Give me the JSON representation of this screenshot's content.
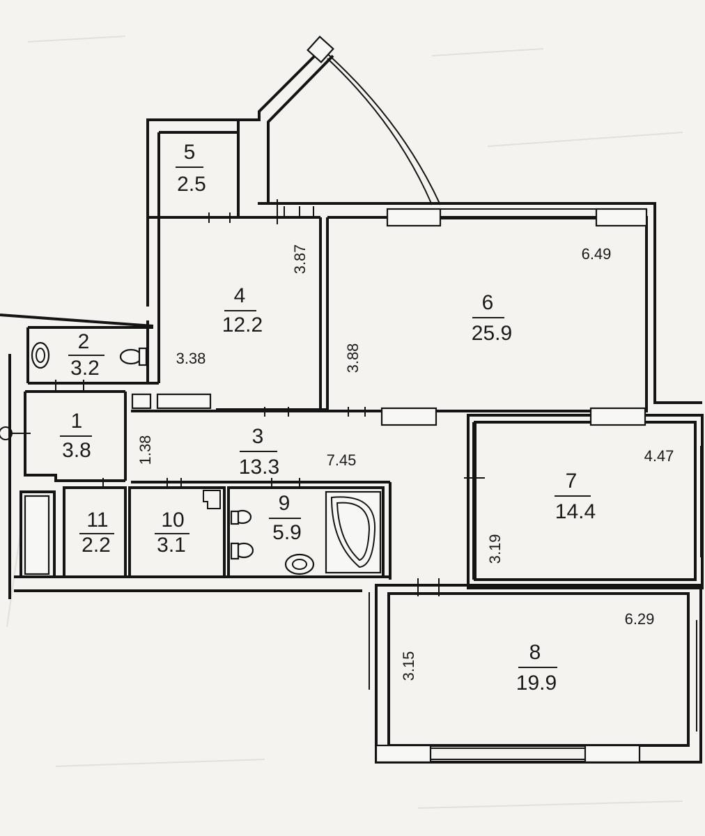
{
  "rooms": [
    {
      "id": "1",
      "area": "3.8"
    },
    {
      "id": "2",
      "area": "3.2"
    },
    {
      "id": "3",
      "area": "13.3"
    },
    {
      "id": "4",
      "area": "12.2"
    },
    {
      "id": "5",
      "area": "2.5"
    },
    {
      "id": "6",
      "area": "25.9"
    },
    {
      "id": "7",
      "area": "14.4"
    },
    {
      "id": "8",
      "area": "19.9"
    },
    {
      "id": "9",
      "area": "5.9"
    },
    {
      "id": "10",
      "area": "3.1"
    },
    {
      "id": "11",
      "area": "2.2"
    }
  ],
  "dimensions": {
    "room4_height": "3.87",
    "room4_width": "3.38",
    "room6_width": "6.49",
    "room6_height": "3.88",
    "room1_width": "1.38",
    "corridor_length": "7.45",
    "room7_width": "4.47",
    "room7_height": "3.19",
    "room8_width": "6.29",
    "room8_height": "3.15"
  }
}
